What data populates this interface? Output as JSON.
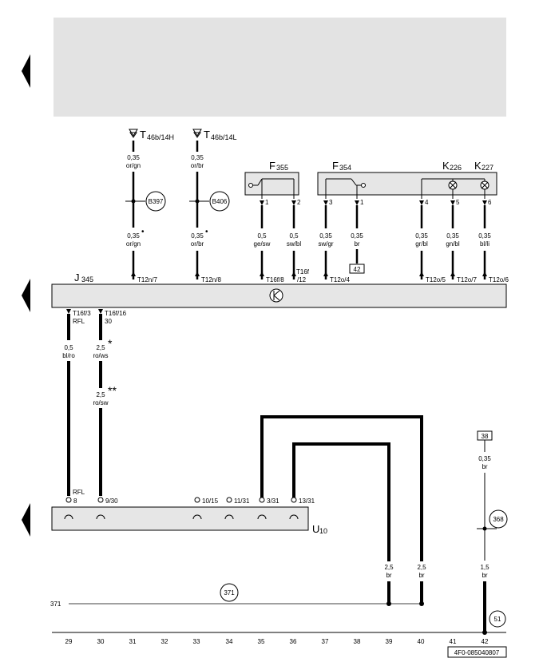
{
  "components": {
    "J345": {
      "letter": "J",
      "sub": "345"
    },
    "U10": {
      "letter": "U",
      "sub": "10"
    },
    "F355": {
      "letter": "F",
      "sub": "355"
    },
    "F354": {
      "letter": "F",
      "sub": "354"
    },
    "K226": {
      "letter": "K",
      "sub": "226"
    },
    "K227": {
      "letter": "K",
      "sub": "227"
    }
  },
  "top_connectors": [
    {
      "letter": "T",
      "sub": "46b/14H"
    },
    {
      "letter": "T",
      "sub": "46b/14L"
    }
  ],
  "wires": {
    "w165": {
      "size_top": "0,35",
      "color_top": "or/gn",
      "size_bot": "0,35",
      "color_bot": "or/gn",
      "dot": "•",
      "splice": "B397",
      "pin": "T12n/7"
    },
    "w246": {
      "size_top": "0,35",
      "color_top": "or/br",
      "size_bot": "0,35",
      "color_bot": "or/br",
      "dot": "•",
      "splice": "B406",
      "pin": "T12n/8"
    },
    "w327": {
      "size": "0,5",
      "color": "ge/sw",
      "fpin": "1",
      "pin": "T16f/8"
    },
    "w367": {
      "size": "0,5",
      "color": "sw/bl",
      "fpin": "2",
      "pin_a": "T16f",
      "pin_b": "/12"
    },
    "w407": {
      "size": "0,35",
      "color": "sw/gr",
      "fpin": "3",
      "pin": "T12o/4"
    },
    "w447": {
      "size": "0,35",
      "color": "br",
      "fpin": "1",
      "ref": "42"
    },
    "w527": {
      "size": "0,35",
      "color": "gr/bl",
      "fpin": "4",
      "pin": "T12o/5"
    },
    "w567": {
      "size": "0,35",
      "color": "gn/bl",
      "fpin": "5",
      "pin": "T12o/7"
    },
    "w607": {
      "size": "0,35",
      "color": "bl/li",
      "fpin": "6",
      "pin": "T12o/6"
    },
    "w86": {
      "pin_a": "T16f/3",
      "pin_b": "RFL",
      "size": "0,5",
      "color": "bl/ro",
      "u_a": "RFL",
      "u_b": "8"
    },
    "w126": {
      "pin_a": "T16f/16",
      "pin_b": "30",
      "size1": "2,5",
      "color1": "ro/ws",
      "star1": "*",
      "size2": "2,5",
      "color2": "ro/sw",
      "star2": "**",
      "u_pin": "9/30"
    },
    "right": {
      "ref": "38",
      "size_top": "0,35",
      "color_top": "br",
      "splice": "368",
      "size_bot": "1,5",
      "color_bot": "br",
      "ground": "51"
    }
  },
  "u10_pins": [
    "10/15",
    "11/31",
    "3/31",
    "13/31"
  ],
  "bus_wires": {
    "w486": {
      "size": "2,5",
      "color": "br"
    },
    "w527b": {
      "size": "2,5",
      "color": "br"
    }
  },
  "ground_line": {
    "label": "371",
    "ref": "371"
  },
  "footer_numbers": [
    "29",
    "30",
    "31",
    "32",
    "33",
    "34",
    "35",
    "36",
    "37",
    "38",
    "39",
    "40",
    "41",
    "42"
  ],
  "doc_id": "4F0-085040807"
}
